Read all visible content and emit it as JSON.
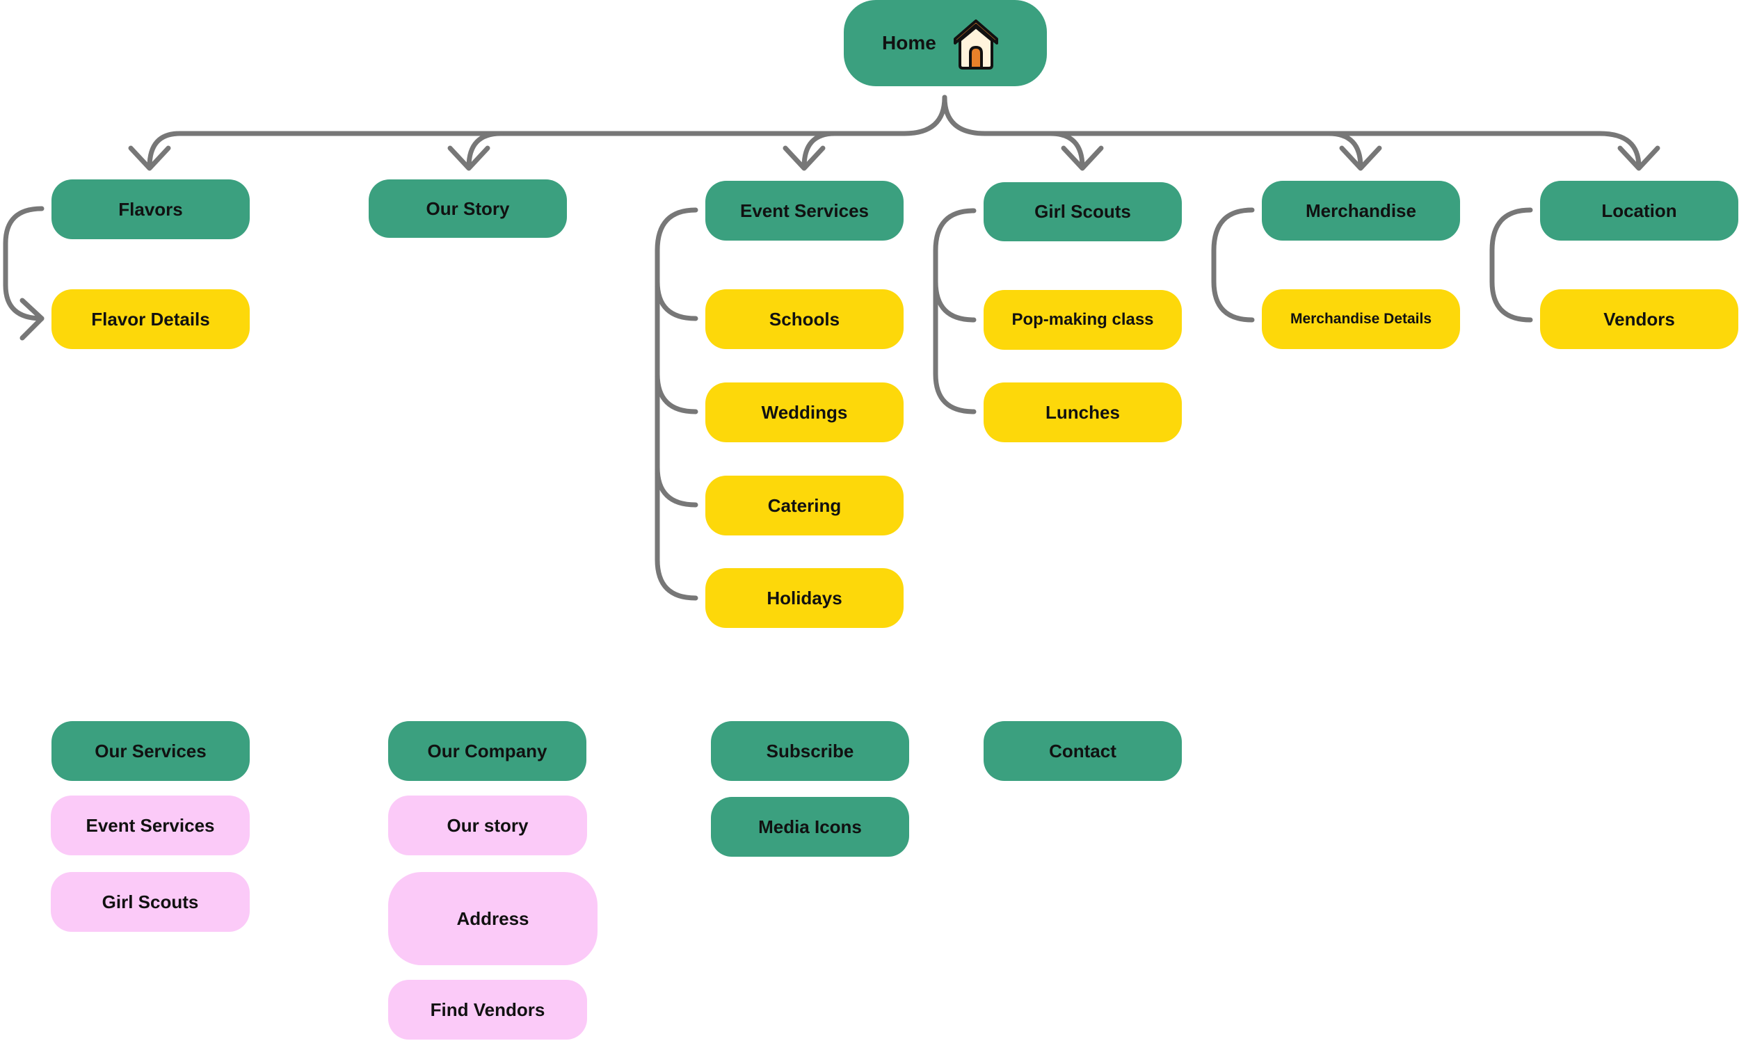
{
  "home": {
    "label": "Home",
    "icon": "house-icon"
  },
  "top_nav": [
    {
      "label": "Flavors"
    },
    {
      "label": "Our Story"
    },
    {
      "label": "Event Services"
    },
    {
      "label": "Girl Scouts"
    },
    {
      "label": "Merchandise"
    },
    {
      "label": "Location"
    }
  ],
  "sub_pages": {
    "flavors": [
      "Flavor Details"
    ],
    "event_services": [
      "Schools",
      "Weddings",
      "Catering",
      "Holidays"
    ],
    "girl_scouts": [
      "Pop-making class",
      "Lunches"
    ],
    "merchandise": [
      "Merchandise Details"
    ],
    "location": [
      "Vendors"
    ]
  },
  "footer": {
    "our_services": {
      "title": "Our Services",
      "items": [
        "Event Services",
        "Girl Scouts"
      ]
    },
    "our_company": {
      "title": "Our Company",
      "items": [
        "Our story",
        "Address",
        "Find Vendors"
      ]
    },
    "subscribe": {
      "title": "Subscribe",
      "media": "Media Icons"
    },
    "contact": {
      "title": "Contact"
    }
  },
  "colors": {
    "primary_green": "#3ba07f",
    "subpage_yellow": "#fdd80a",
    "footer_pink": "#fbcaf8",
    "connector_gray": "#777777"
  }
}
